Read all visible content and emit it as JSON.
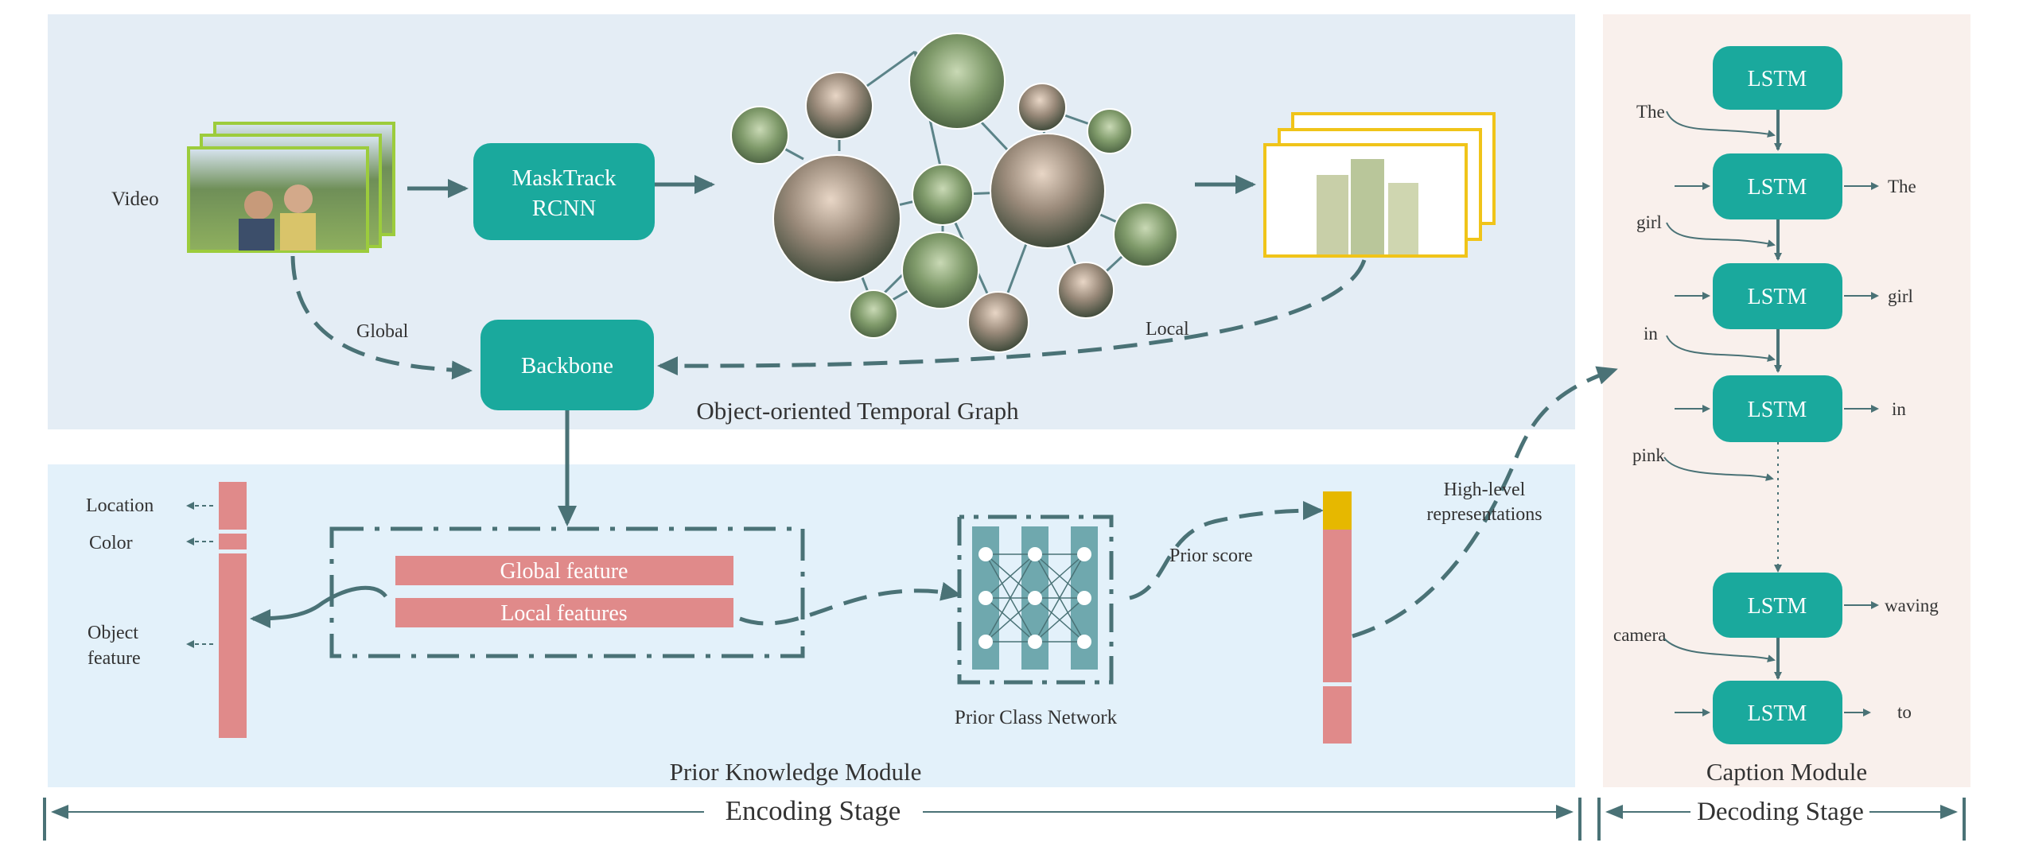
{
  "panels": {
    "graph_title": "Object-oriented Temporal Graph",
    "prior_title": "Prior Knowledge Module",
    "caption_title": "Caption Module"
  },
  "encoding": {
    "video_label": "Video",
    "masktrack_line1": "MaskTrack",
    "masktrack_line2": "RCNN",
    "global_label": "Global",
    "local_label": "Local",
    "backbone_label": "Backbone"
  },
  "prior": {
    "location_label": "Location",
    "color_label": "Color",
    "object_feature_line1": "Object",
    "object_feature_line2": "feature",
    "global_feature_label": "Global feature",
    "local_features_label": "Local features",
    "network_label": "Prior Class Network",
    "prior_score_label": "Prior score",
    "highlevel_line1": "High-level",
    "highlevel_line2": "representations"
  },
  "decoder": {
    "lstm_label": "LSTM",
    "input_words": [
      "The",
      "girl",
      "in",
      "pink",
      "camera"
    ],
    "output_words": [
      "The",
      "girl",
      "in",
      "waving",
      "to"
    ]
  },
  "stages": {
    "encoding_label": "Encoding Stage",
    "decoding_label": "Decoding Stage"
  },
  "colors": {
    "teal": "#1aa99d",
    "arrow": "#4a7276",
    "feature_pink": "#e08a8a",
    "score_yellow": "#e6b800",
    "frame_green": "#9ccc3c",
    "frame_yellow": "#f0c419"
  }
}
